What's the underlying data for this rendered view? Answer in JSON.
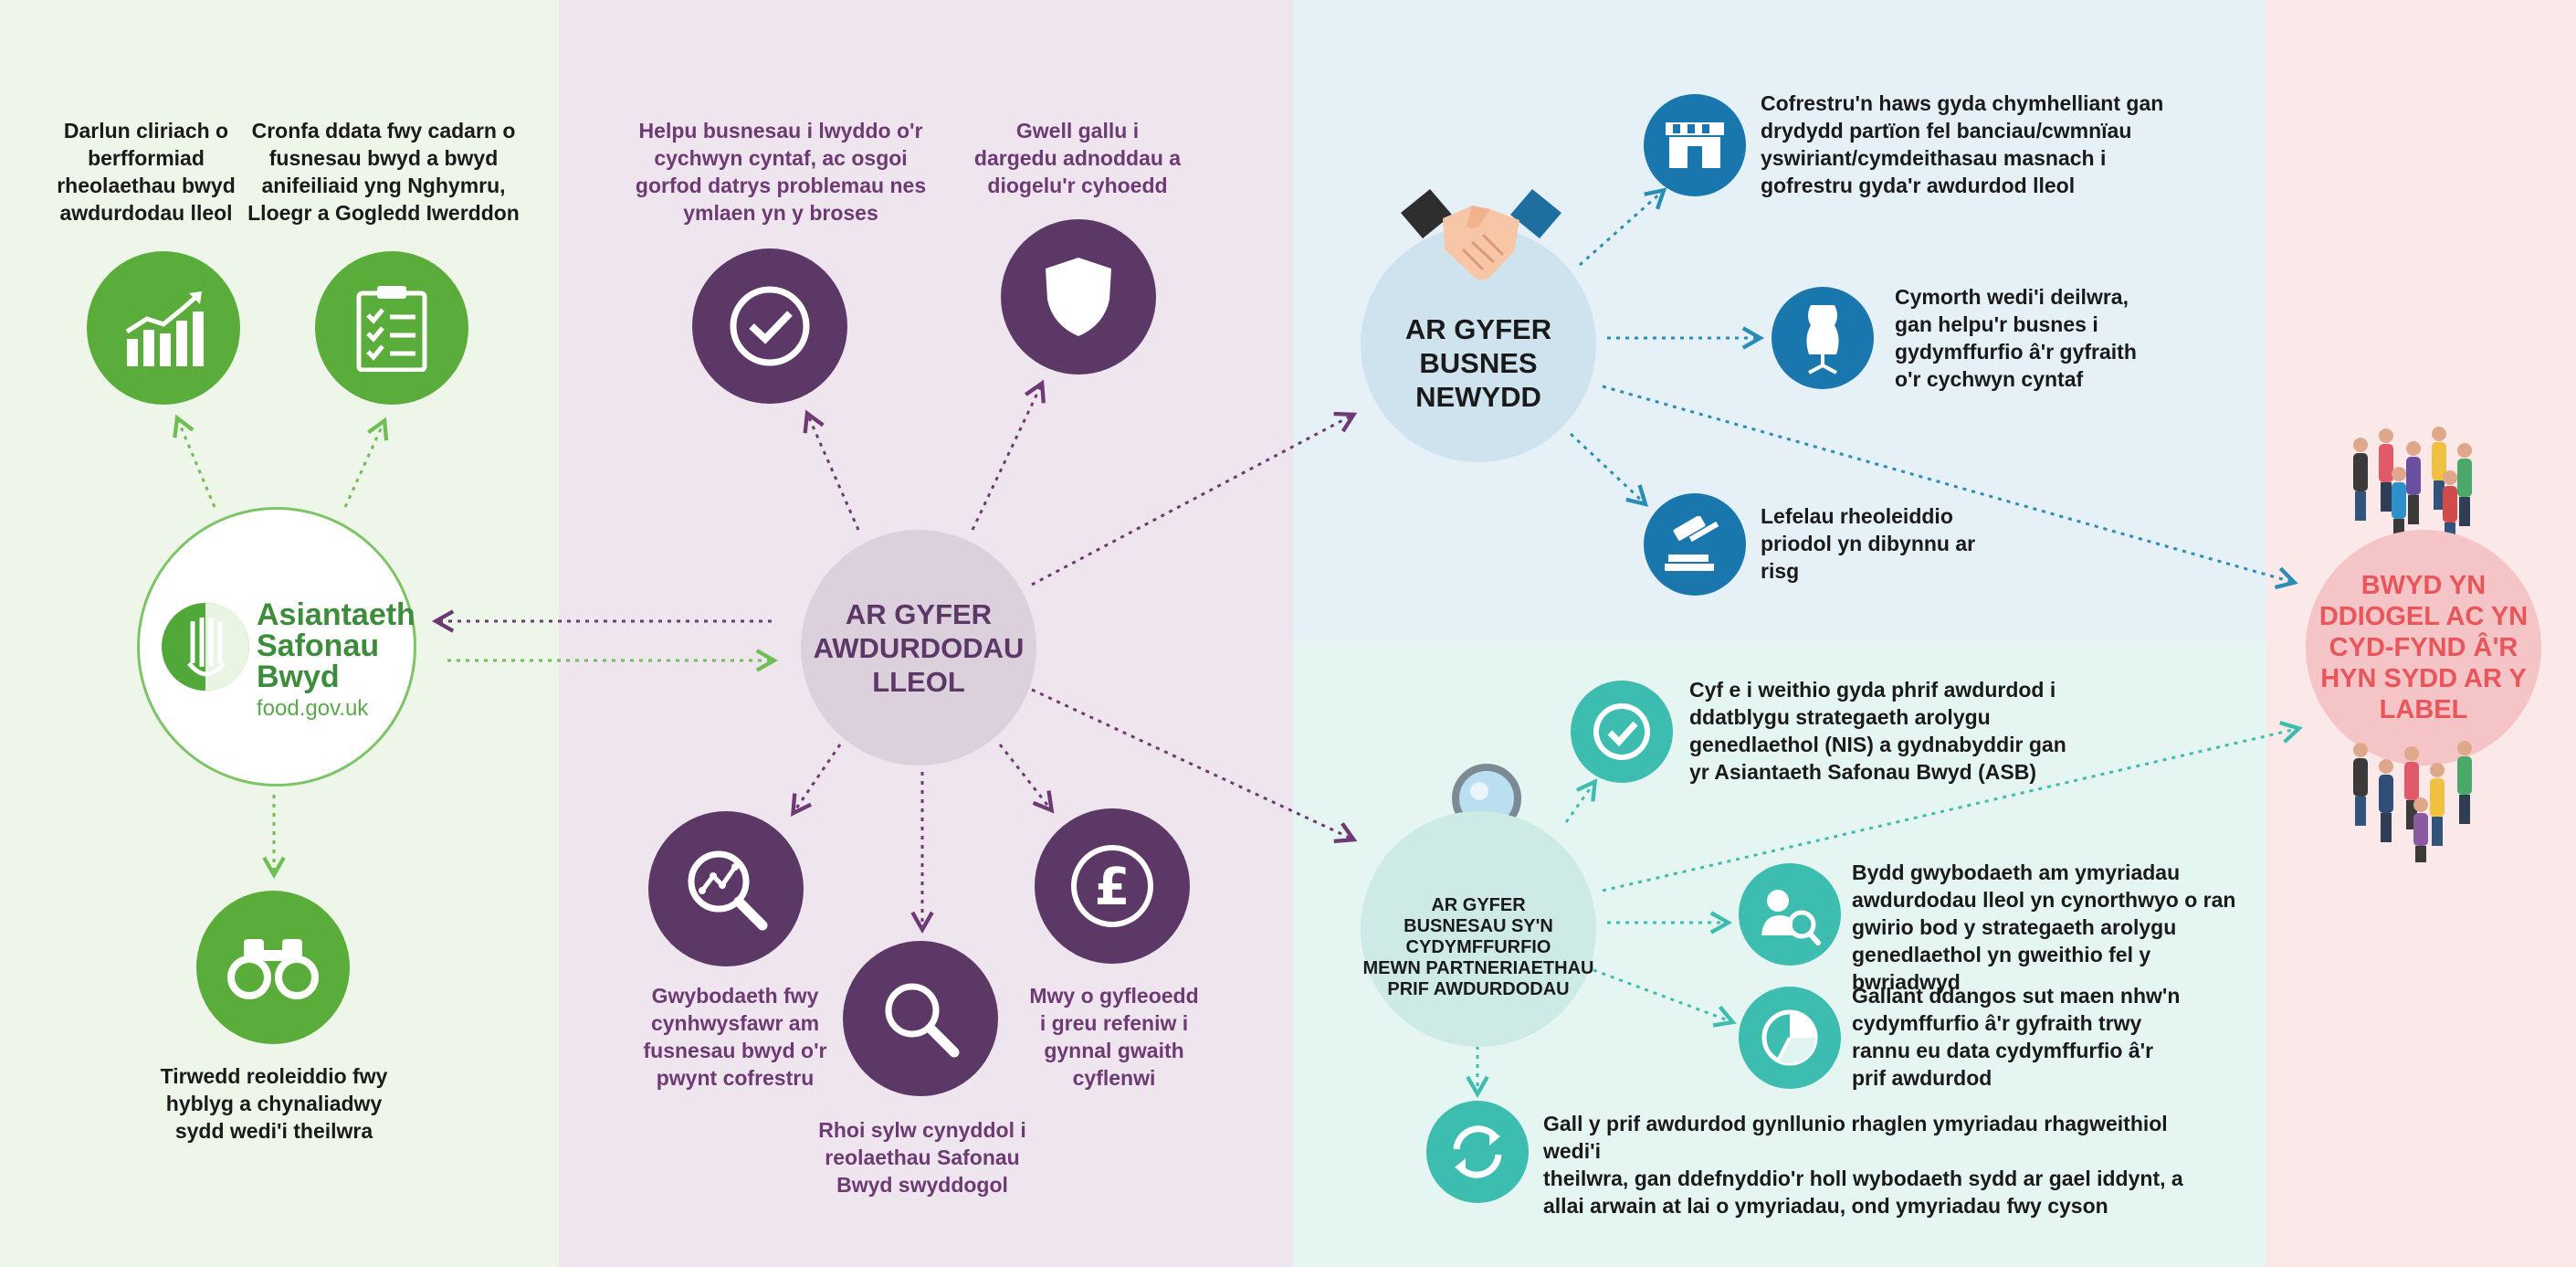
{
  "colors": {
    "green": "#5aad3a",
    "purple": "#5b3866",
    "blue": "#1f82b4",
    "teal": "#3dbcb0",
    "red": "#e8565b"
  },
  "logo": {
    "name_line1": "Asiantaeth",
    "name_line2": "Safonau",
    "name_line3": "Bwyd",
    "url": "food.gov.uk"
  },
  "left": {
    "benefit_1": [
      "Darlun cliriach o",
      "berfformiad",
      "rheolaethau bwyd",
      "awdurdodau lleol"
    ],
    "benefit_2": [
      "Cronfa ddata fwy cadarn o",
      "fusnesau bwyd a bwyd",
      "anifeiliaid yng Nghymru,",
      "Lloegr a Gogledd Iwerddon"
    ],
    "benefit_3": [
      "Tirwedd reoleiddio fwy",
      "hyblyg a chynaliadwy",
      "sydd wedi'i theilwra"
    ],
    "icons": [
      "growth-chart-icon",
      "checklist-icon",
      "binoculars-icon"
    ]
  },
  "local_authorities": {
    "hub": [
      "AR GYFER",
      "AWDURDODAU",
      "LLEOL"
    ],
    "top_left": [
      "Helpu busnesau i lwyddo o'r",
      "cychwyn cyntaf, ac osgoi",
      "gorfod datrys problemau nes",
      "ymlaen yn y broses"
    ],
    "top_right": [
      "Gwell gallu i",
      "dargedu adnoddau a",
      "diogelu'r cyhoedd"
    ],
    "bottom_left": [
      "Gwybodaeth fwy",
      "cynhwysfawr am",
      "fusnesau bwyd o'r",
      "pwynt cofrestru"
    ],
    "bottom_mid": [
      "Rhoi sylw cynyddol i",
      "reolaethau Safonau",
      "Bwyd swyddogol"
    ],
    "bottom_right": [
      "Mwy o gyfleoedd",
      "i greu refeniw i",
      "gynnal gwaith",
      "cyflenwi"
    ],
    "icons": [
      "checkmark-icon",
      "shield-icon",
      "analytics-search-icon",
      "magnifier-icon",
      "pound-icon"
    ]
  },
  "new_business": {
    "hub": [
      "AR GYFER",
      "BUSNES",
      "NEWYDD"
    ],
    "item_1": [
      "Cofrestru'n haws gyda chymhelliant gan",
      "drydydd partïon fel banciau/cwmnïau",
      "yswiriant/cymdeithasau masnach i",
      "gofrestru gyda'r awdurdod lleol"
    ],
    "item_2": [
      "Cymorth wedi'i deilwra,",
      "gan helpu'r busnes i",
      "gydymffurfio â'r gyfraith",
      "o'r cychwyn cyntaf"
    ],
    "item_3": [
      "Lefelau rheoleiddio",
      "priodol yn dibynnu ar",
      "risg"
    ],
    "icons": [
      "handshake-icon",
      "shop-icon",
      "dress-form-icon",
      "gavel-icon"
    ]
  },
  "partnerships": {
    "hub": [
      "AR GYFER",
      "BUSNESAU SY'N",
      "CYDYMFFURFIO",
      "MEWN PARTNERIAETHAU",
      "PRIF AWDURDODAU"
    ],
    "item_1": [
      "Cyf e i weithio gyda phrif awdurdod i",
      "ddatblygu strategaeth arolygu",
      "genedlaethol (NIS) a gydnabyddir gan",
      "yr Asiantaeth Safonau Bwyd (ASB)"
    ],
    "item_2": [
      "Bydd gwybodaeth am ymyriadau",
      "awdurdodau lleol yn cynorthwyo o ran",
      "gwirio bod y strategaeth arolygu",
      "genedlaethol yn gweithio fel y bwriadwyd"
    ],
    "item_3": [
      "Gallant ddangos sut maen nhw'n",
      "cydymffurfio â'r gyfraith trwy",
      "rannu eu data cydymffurfio â'r",
      "prif awdurdod"
    ],
    "item_4": [
      "Gall y prif awdurdod gynllunio rhaglen ymyriadau rhagweithiol wedi'i",
      "theilwra, gan ddefnyddio'r holl wybodaeth sydd ar gael iddynt, a",
      "allai arwain at lai o ymyriadau, ond ymyriadau fwy cyson"
    ],
    "icons": [
      "magnifying-glass-icon",
      "check-badge-icon",
      "person-search-icon",
      "pie-chart-icon",
      "cycle-arrows-icon"
    ]
  },
  "outcome": {
    "text": [
      "BWYD YN",
      "DDIOGEL AC YN",
      "CYD-FYND Â'R",
      "HYN SYDD AR Y",
      "LABEL"
    ],
    "icons": [
      "people-group-icon"
    ]
  }
}
